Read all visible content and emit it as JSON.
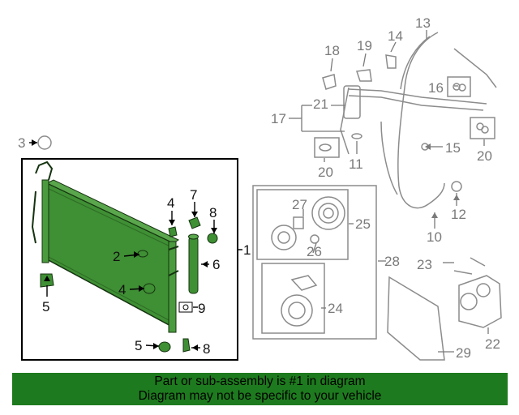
{
  "callouts": {
    "c1": "1",
    "c2": "2",
    "c3": "3",
    "c4a": "4",
    "c4b": "4",
    "c5a": "5",
    "c5b": "5",
    "c6": "6",
    "c7": "7",
    "c8a": "8",
    "c8b": "8",
    "c9": "9",
    "c10": "10",
    "c11": "11",
    "c12": "12",
    "c13": "13",
    "c14": "14",
    "c15": "15",
    "c16": "16",
    "c17": "17",
    "c18": "18",
    "c19": "19",
    "c20a": "20",
    "c20b": "20",
    "c21": "21",
    "c22": "22",
    "c23": "23",
    "c24": "24",
    "c25": "25",
    "c26": "26",
    "c27": "27",
    "c28": "28",
    "c29": "29"
  },
  "banner": {
    "line1": "Part or sub-assembly is #1 in diagram",
    "line2": "Diagram may not be specific to your vehicle"
  },
  "colors": {
    "highlight_green": "#3a8a2e",
    "banner_green": "#1e7a1e",
    "line_grey": "#8c8c8c"
  }
}
